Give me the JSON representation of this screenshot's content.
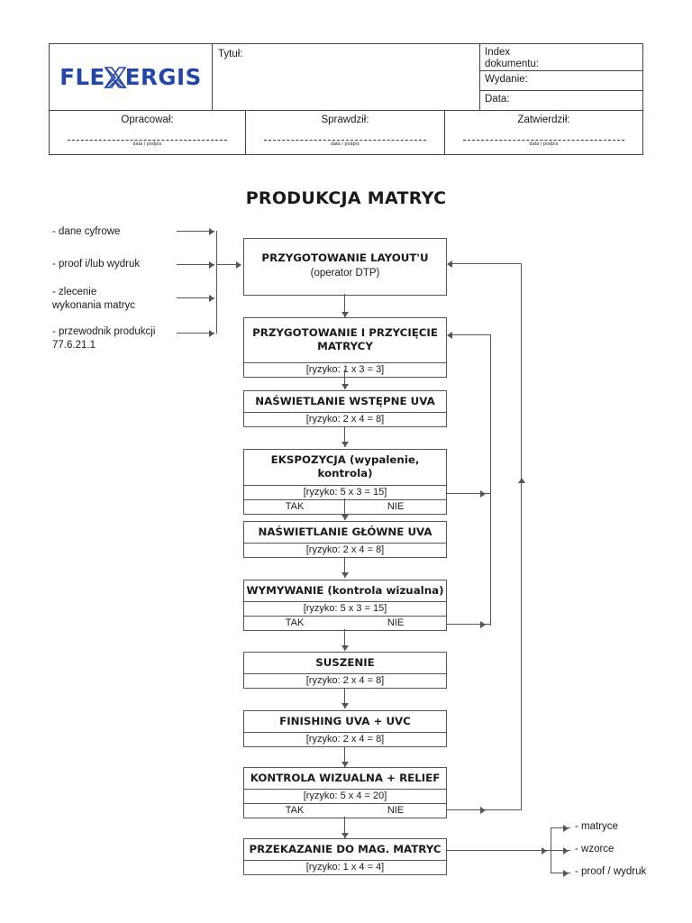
{
  "header": {
    "logo_text_left": "FLE",
    "logo_text_right": "ERGIS",
    "logo_icon": "x-mark",
    "logo_color": "#2346a8",
    "tytul_label": "Tytuł:",
    "index_label": "Index\ndokumentu:",
    "wydanie_label": "Wydanie:",
    "data_label": "Data:",
    "signatures": [
      {
        "title": "Opracował:",
        "sub": "data i podpis"
      },
      {
        "title": "Sprawdził:",
        "sub": "data i podpis"
      },
      {
        "title": "Zatwierdził:",
        "sub": "data i podpis"
      }
    ]
  },
  "title": "PRODUKCJA MATRYC",
  "inputs": [
    {
      "label": "- dane cyfrowe"
    },
    {
      "label": "- proof i/lub wydruk"
    },
    {
      "label": "- zlecenie\n  wykonania matryc"
    },
    {
      "label": "- przewodnik produkcji\n  77.6.21.1"
    }
  ],
  "decision_labels": {
    "yes": "TAK",
    "no": "NIE"
  },
  "steps": [
    {
      "id": "layout",
      "head": "PRZYGOTOWANIE LAYOUT'U",
      "sub": "(operator DTP)",
      "risk": null,
      "decision": false
    },
    {
      "id": "przygotowanie-matrycy",
      "head": "PRZYGOTOWANIE I PRZYCIĘCIE MATRYCY",
      "sub": null,
      "risk": "[ryzyko: 1 x 3 = 3]",
      "decision": false
    },
    {
      "id": "naswietlanie-wstepne",
      "head": "NAŚWIETLANIE WSTĘPNE UVA",
      "sub": null,
      "risk": "[ryzyko: 2 x 4 = 8]",
      "decision": false
    },
    {
      "id": "ekspozycja",
      "head": "EKSPOZYCJA (wypalenie, kontrola)",
      "sub": null,
      "risk": "[ryzyko: 5 x 3 = 15]",
      "decision": true
    },
    {
      "id": "naswietlanie-glowne",
      "head": "NAŚWIETLANIE GŁÓWNE UVA",
      "sub": null,
      "risk": "[ryzyko: 2 x 4 = 8]",
      "decision": false
    },
    {
      "id": "wymywanie",
      "head": "WYMYWANIE (kontrola wizualna)",
      "sub": null,
      "risk": "[ryzyko: 5 x 3 = 15]",
      "decision": true
    },
    {
      "id": "suszenie",
      "head": "SUSZENIE",
      "sub": null,
      "risk": "[ryzyko: 2 x 4 = 8]",
      "decision": false
    },
    {
      "id": "finishing",
      "head": "FINISHING  UVA + UVC",
      "sub": null,
      "risk": "[ryzyko: 2 x 4 = 8]",
      "decision": false
    },
    {
      "id": "kontrola-relief",
      "head": "KONTROLA WIZUALNA + RELIEF",
      "sub": null,
      "risk": "[ryzyko: 5 x 4 = 20]",
      "decision": true
    },
    {
      "id": "przekazanie",
      "head": "PRZEKAZANIE DO MAG. MATRYC",
      "sub": null,
      "risk": "[ryzyko: 1 x 4 = 4]",
      "decision": false
    }
  ],
  "outputs": [
    {
      "label": "- matryce"
    },
    {
      "label": "- wzorce"
    },
    {
      "label": "- proof / wydruk"
    }
  ]
}
